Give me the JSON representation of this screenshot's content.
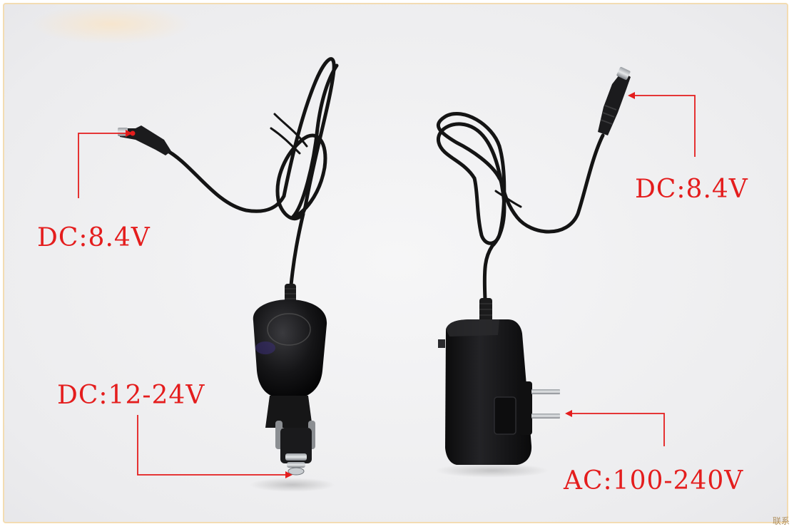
{
  "labels": {
    "car_charger_output": "DC:8.4V",
    "wall_adapter_output": "DC:8.4V",
    "car_charger_input": "DC:12-24V",
    "wall_adapter_input": "AC:100-240V"
  },
  "corner_text": "联系",
  "colors": {
    "annotation": "#e41d1d",
    "cable": "#151515",
    "background": "#efeff1",
    "frame": "#f3dcb2"
  }
}
